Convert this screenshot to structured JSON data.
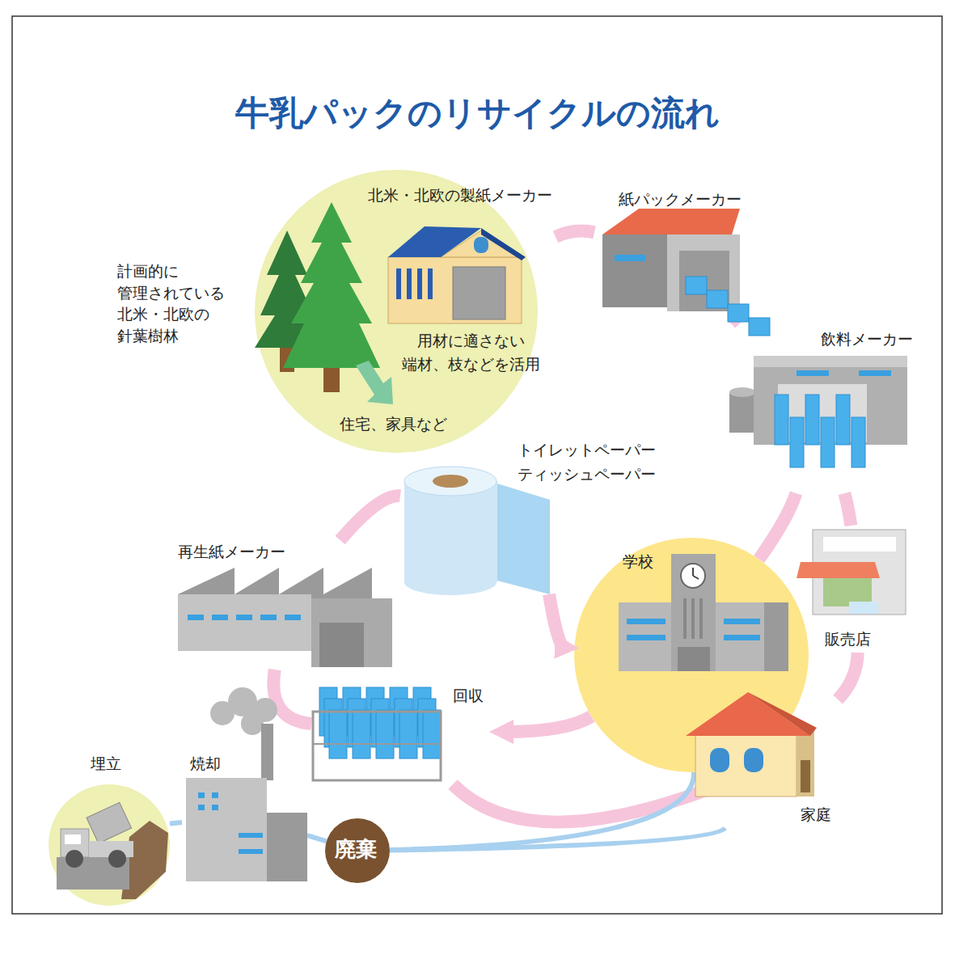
{
  "diagram": {
    "title": "牛乳パックのリサイクルの流れ",
    "nodes": [
      {
        "text": [
          "北米・北欧の製紙メーカー",
          "用材に適さない 端材、枝などを活用",
          "住宅、家具など"
        ]
      },
      {
        "text": [
          "紙パックメーカー"
        ]
      },
      {
        "text": [
          "飲料メーカー"
        ]
      },
      {
        "text": [
          "販売店"
        ]
      },
      {
        "text": [
          "学校"
        ]
      },
      {
        "text": [
          "家庭"
        ]
      },
      {
        "text": [
          "回収"
        ]
      },
      {
        "text": [
          "再生紙メーカー"
        ]
      },
      {
        "text": [
          "トイレットペーパー ティッシュペーパー"
        ]
      },
      {
        "text": [
          "廃棄"
        ]
      },
      {
        "text": [
          "焼却"
        ]
      },
      {
        "text": [
          "埋立"
        ]
      }
    ],
    "edges": [
      {
        "from": 0,
        "to": 1,
        "arrow": "none"
      },
      {
        "from": 1,
        "to": 2,
        "arrow": "none"
      },
      {
        "from": 2,
        "to": 3,
        "arrow": "none"
      },
      {
        "from": 3,
        "to": 5,
        "arrow": "none"
      },
      {
        "from": 2,
        "to": 4,
        "arrow": "none"
      },
      {
        "from": 4,
        "to": 6,
        "arrow": "to"
      },
      {
        "from": 5,
        "to": 6,
        "arrow": "none"
      },
      {
        "from": 6,
        "to": 7,
        "arrow": "none"
      },
      {
        "from": 7,
        "to": 8,
        "arrow": "none"
      },
      {
        "from": 8,
        "to": 4,
        "arrow": "to"
      },
      {
        "from": 4,
        "to": 9,
        "arrow": "none"
      },
      {
        "from": 5,
        "to": 9,
        "arrow": "none"
      },
      {
        "from": 9,
        "to": 10,
        "arrow": "none"
      },
      {
        "from": 10,
        "to": 11,
        "arrow": "none"
      }
    ],
    "labels": [
      "計画的に 管理されている 北米・北欧の 針葉樹林"
    ]
  }
}
